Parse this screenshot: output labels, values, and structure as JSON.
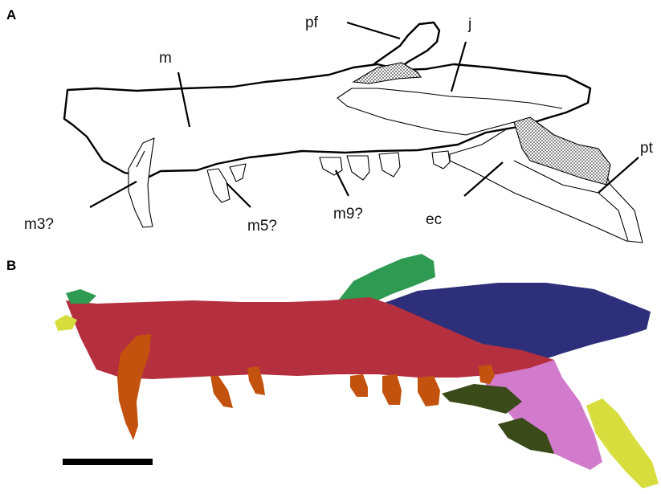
{
  "panels": {
    "a": "A",
    "b": "B"
  },
  "labels": {
    "pf": "pf",
    "j": "j",
    "m": "m",
    "pt": "pt",
    "m3": "m3?",
    "m5": "m5?",
    "m9": "m9?",
    "ec": "ec"
  },
  "colors": {
    "maxilla": "#b5303f",
    "jugal": "#2e2f7a",
    "prefrontal": "#2f9a52",
    "ectopterygoid": "#d27bcc",
    "pterygoid": "#d6dd3c",
    "teeth": "#c4520f",
    "dark_fragment": "#3a4a18",
    "scale_bar": "#000000",
    "hatch": "#c8c8c8"
  }
}
